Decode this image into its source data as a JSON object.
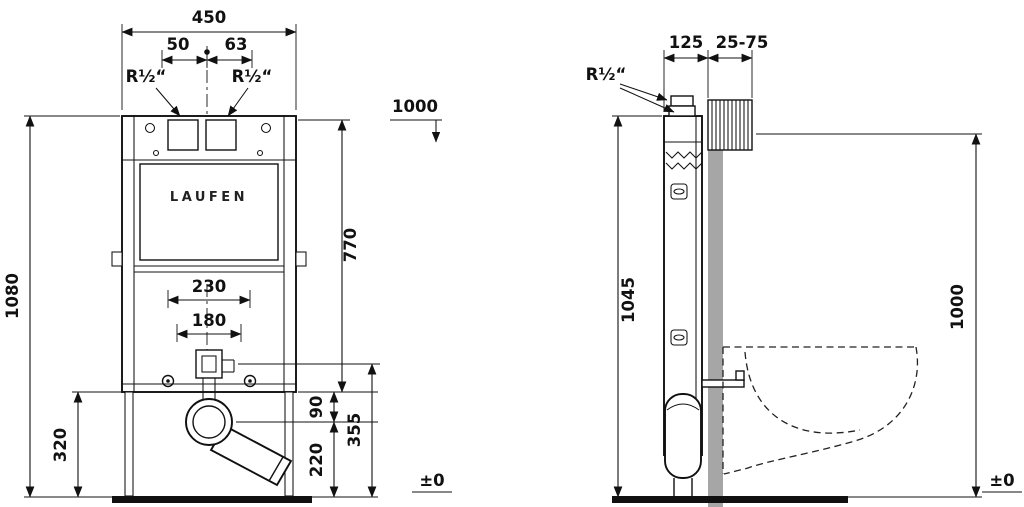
{
  "drawing": {
    "brand_logo": "LAUFEN",
    "front": {
      "dim_width_total": "450",
      "dim_offset_left": "50",
      "dim_offset_right": "63",
      "thread_size_left": "R½“",
      "thread_size_right": "R½“",
      "dim_actuation_height": "1000",
      "dim_frame_body_height": "770",
      "dim_total_height": "1080",
      "dim_fixing_spacing": "230",
      "dim_drain_spacing": "180",
      "dim_base_height": "320",
      "dim_outlet_to_frame": "90",
      "dim_outlet_height": "220",
      "dim_supply_height": "355",
      "floor_level": "±0"
    },
    "side": {
      "dim_frame_depth": "125",
      "dim_wall_clearance": "25-75",
      "thread_size": "R½“",
      "dim_frame_height": "1045",
      "dim_ref_height": "1000",
      "floor_level": "±0"
    }
  }
}
